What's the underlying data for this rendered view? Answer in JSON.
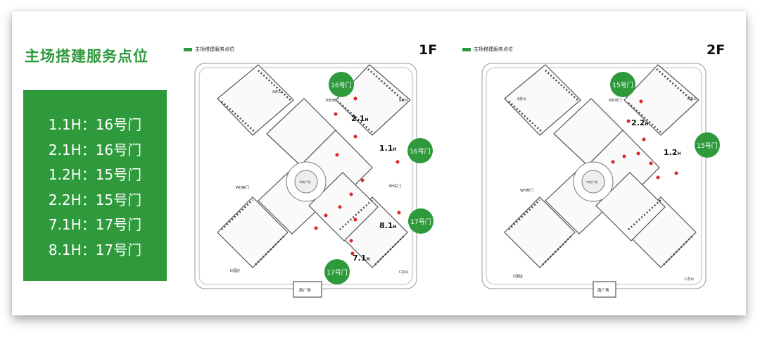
{
  "title": "主场搭建服务点位",
  "gate_list": [
    "1.1H：16号门",
    "2.1H：16号门",
    "1.2H：15号门",
    "2.2H：15号门",
    "7.1H：17号门",
    "8.1H：17号门"
  ],
  "legend_label": "主场搭建服务点位",
  "map_1f": {
    "floor": "1F",
    "halls": [
      {
        "num": "2.1",
        "unit": "H"
      },
      {
        "num": "1.1",
        "unit": "H"
      },
      {
        "num": "8.1",
        "unit": "H"
      },
      {
        "num": "7.1",
        "unit": "H"
      }
    ],
    "gates": [
      "16号门",
      "16号门",
      "17号门",
      "17号门"
    ],
    "labels": {
      "nw": "A办公",
      "n": "N北出门",
      "ne": "B办公",
      "w": "WH西门",
      "e": "EH东门",
      "sw": "D酒店",
      "se": "C办公",
      "center": "中央广场",
      "south": "南广场"
    }
  },
  "map_2f": {
    "floor": "2F",
    "halls": [
      {
        "num": "2.2",
        "unit": "H"
      },
      {
        "num": "1.2",
        "unit": "H"
      }
    ],
    "gates": [
      "15号门",
      "15号门"
    ],
    "labels": {
      "nw": "A办公",
      "n": "N北出门",
      "ne": "B办公",
      "w": "WH西门",
      "sw": "D酒店",
      "se": "C办公",
      "center": "中央广场",
      "south": "南广场"
    }
  },
  "colors": {
    "accent": "#2e9a3c",
    "dot": "#d9252a"
  }
}
